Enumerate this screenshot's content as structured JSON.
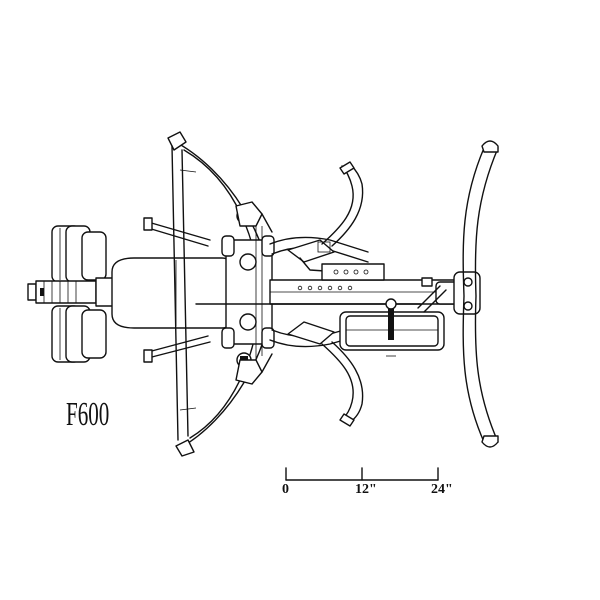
{
  "diagram": {
    "model_label": "F600",
    "scale": {
      "ticks": [
        {
          "label": "0"
        },
        {
          "label": "12\""
        },
        {
          "label": "24\""
        }
      ]
    }
  }
}
